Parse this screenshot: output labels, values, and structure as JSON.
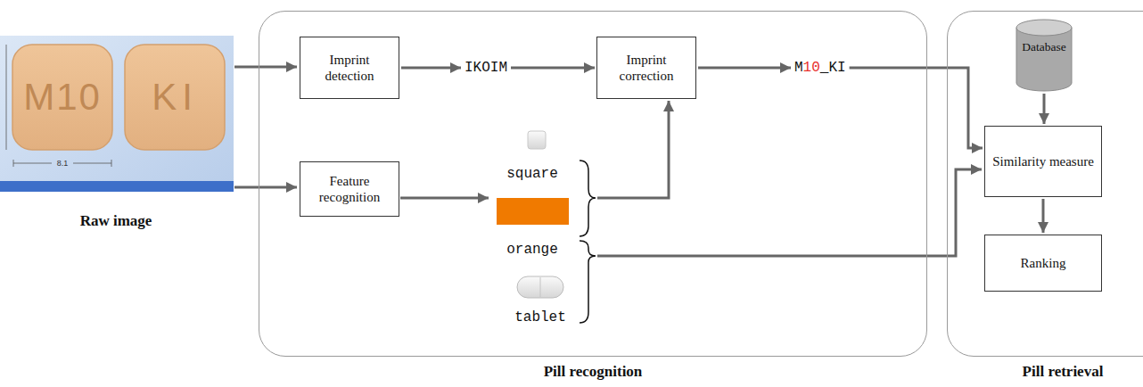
{
  "diagram": {
    "nodes": [
      {
        "text": [
          "Pill recognition"
        ]
      },
      {
        "text": [
          "Imprint detection"
        ],
        "in": 0
      },
      {
        "text": [
          "IKOIM"
        ],
        "in": 0
      },
      {
        "text": [
          "Imprint correction"
        ],
        "in": 0
      },
      {
        "text": [
          "M10_KI"
        ],
        "in": 0
      },
      {
        "text": [
          "Feature recognition"
        ],
        "in": 0
      },
      {
        "text": [
          "Pill retrieval"
        ]
      },
      {
        "text": [
          "Database"
        ],
        "in": 6
      },
      {
        "text": [
          "Similarity measure"
        ],
        "in": 6
      },
      {
        "text": [
          "Ranking"
        ],
        "in": 6
      }
    ],
    "edges": [
      {
        "from": 1,
        "to": 2,
        "arrow": "to"
      },
      {
        "from": 2,
        "to": 3,
        "arrow": "to"
      },
      {
        "from": 3,
        "to": 4,
        "arrow": "to"
      },
      {
        "from": 4,
        "to": 8,
        "arrow": "to"
      },
      {
        "from": 7,
        "to": 8,
        "arrow": "to"
      },
      {
        "from": 8,
        "to": 9,
        "arrow": "to"
      }
    ],
    "labels": [
      "M10",
      "KI",
      "8.1",
      "Raw image",
      "square",
      "orange",
      "tablet"
    ]
  }
}
